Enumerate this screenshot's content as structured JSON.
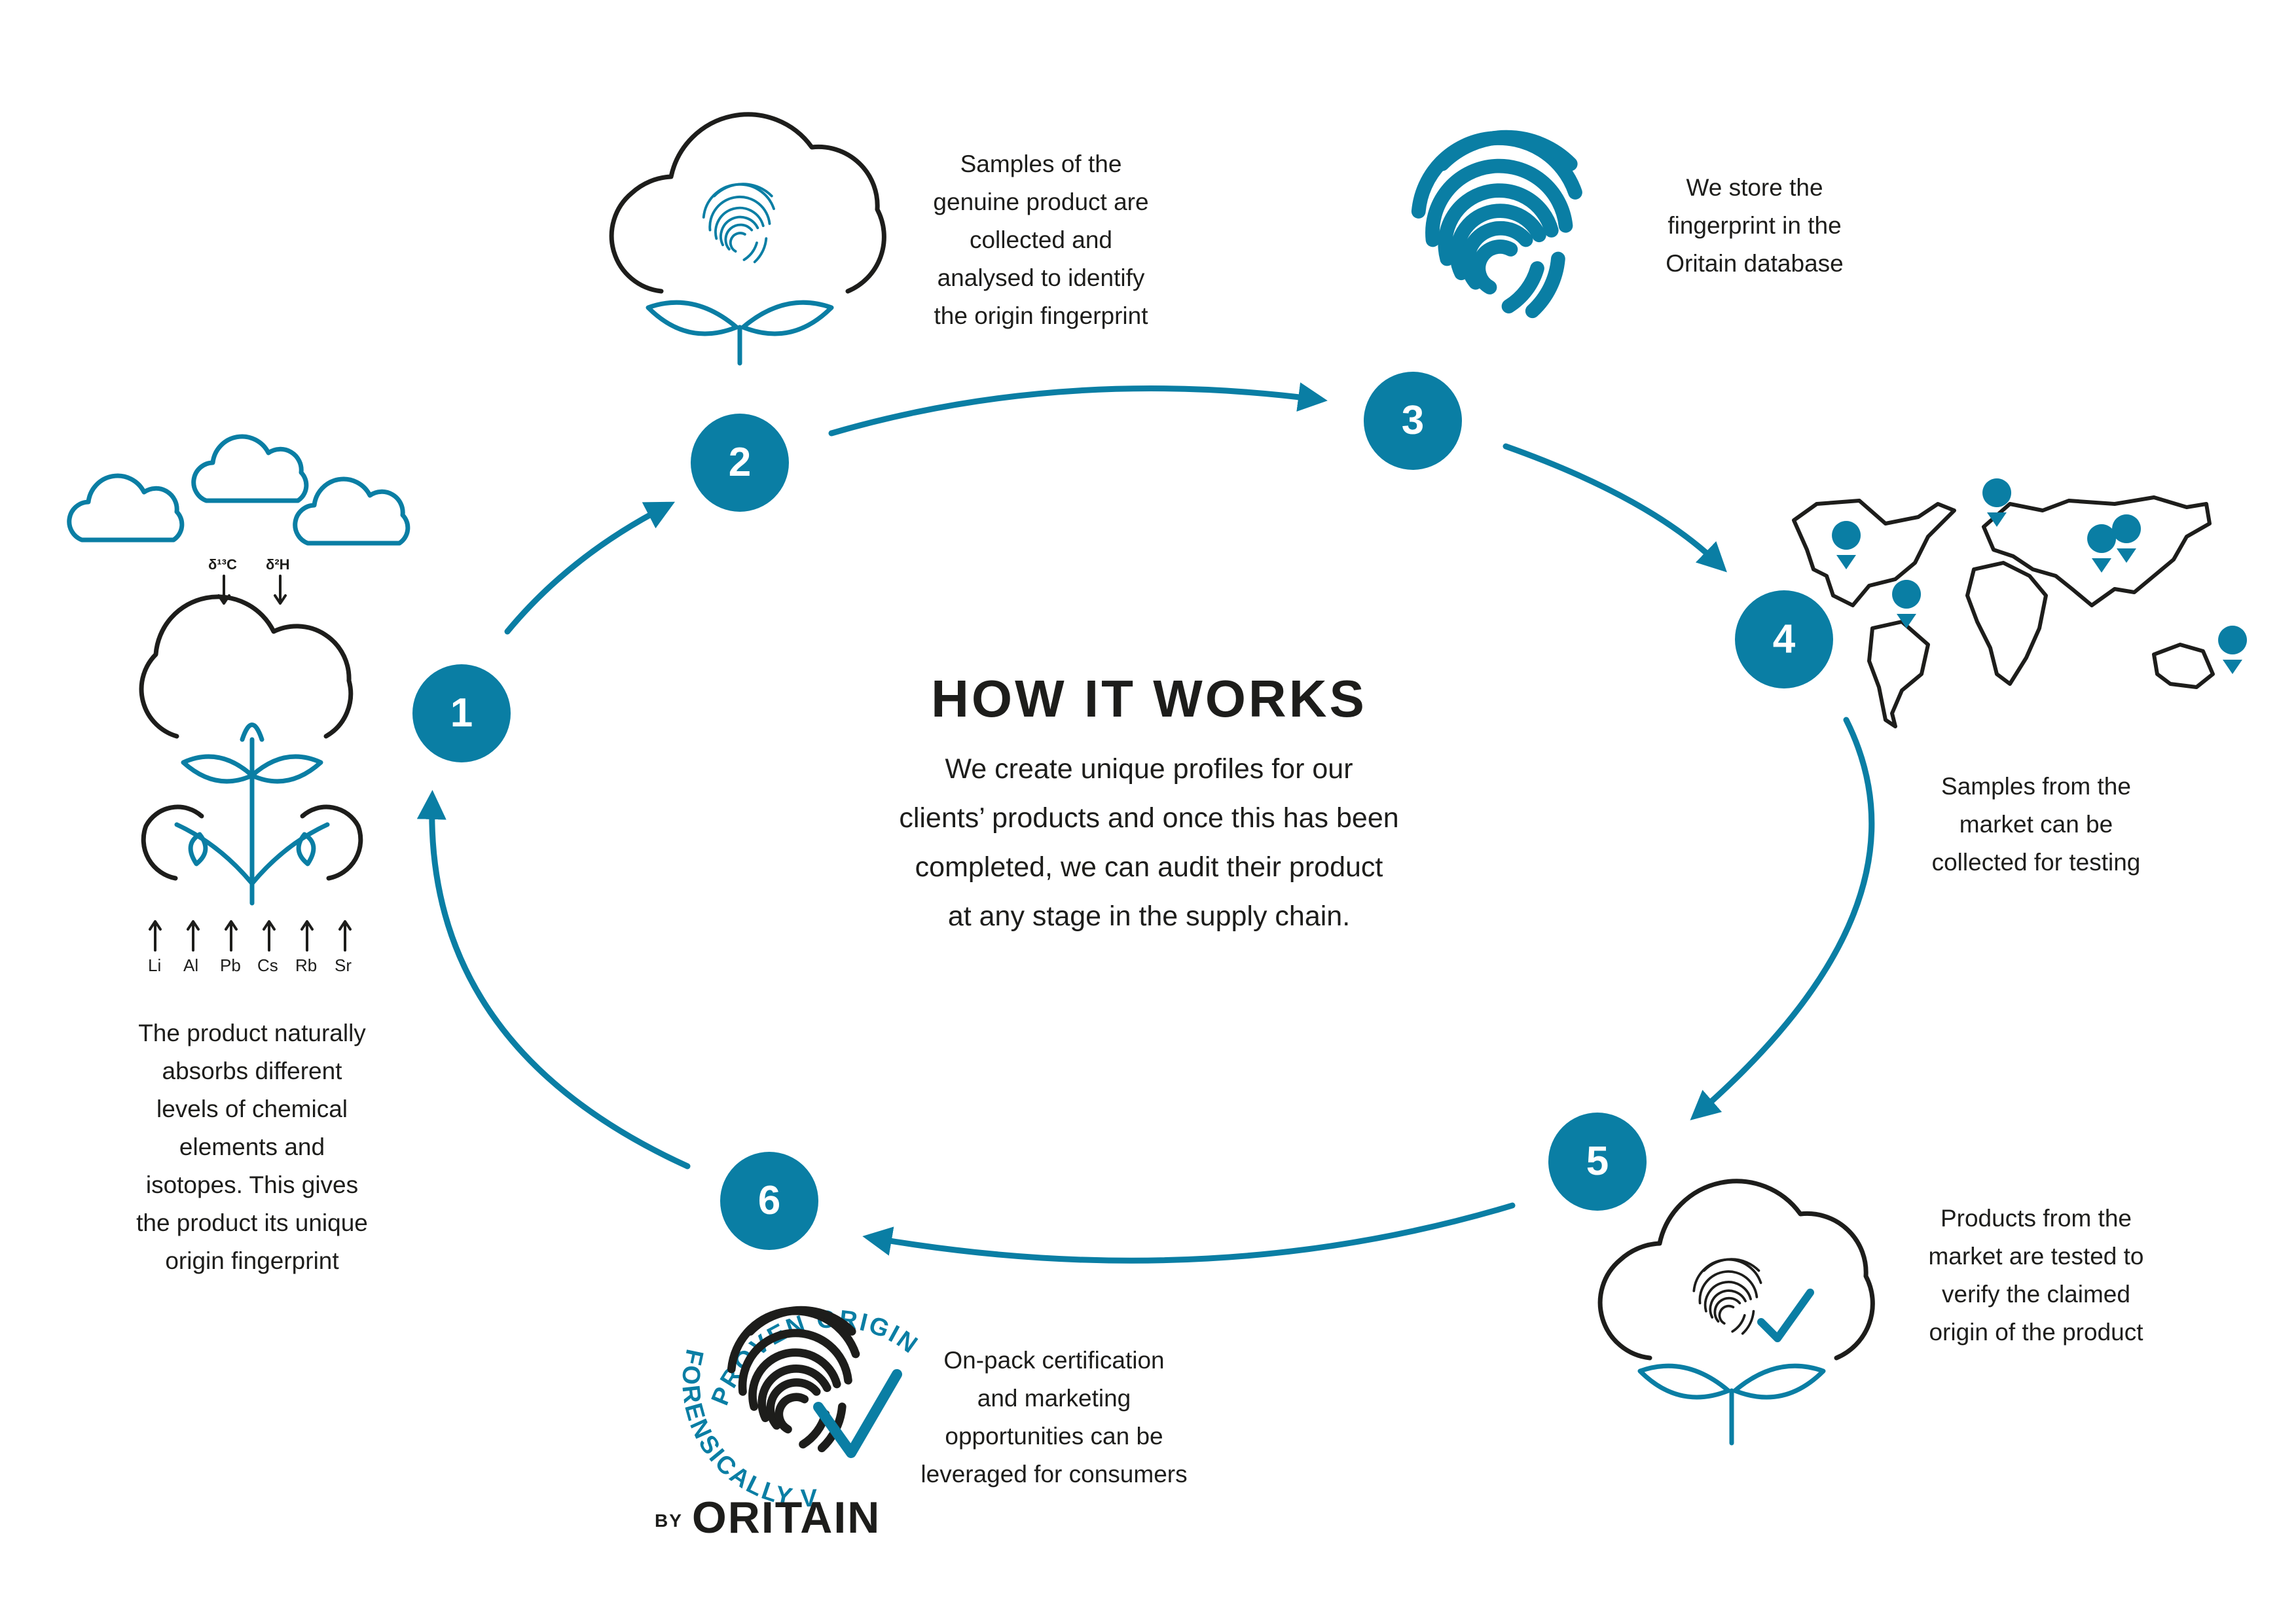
{
  "title": "HOW IT WORKS",
  "intro": "We create unique profiles for our\nclients’ products and once this has been\ncompleted, we can audit their product\nat any stage in the supply chain.",
  "colors": {
    "accent": "#0a7ea4",
    "ink": "#1d1d1b"
  },
  "steps": [
    {
      "number": "1",
      "text": "The product naturally\nabsorbs different\nlevels of chemical\nelements and\nisotopes. This gives\nthe product its unique\norigin fingerprint",
      "icon": "cotton-plant-isotopes-icon"
    },
    {
      "number": "2",
      "text": "Samples of the\ngenuine product are\ncollected and\nanalysed to identify\nthe origin fingerprint",
      "icon": "cotton-fingerprint-icon"
    },
    {
      "number": "3",
      "text": "We store the\nfingerprint in the\nOritain database",
      "icon": "fingerprint-icon"
    },
    {
      "number": "4",
      "text": "Samples from the\nmarket can be\ncollected for testing",
      "icon": "world-map-pins-icon"
    },
    {
      "number": "5",
      "text": "Products from the\nmarket are tested to\nverify the claimed\norigin of the product",
      "icon": "cotton-fingerprint-check-icon"
    },
    {
      "number": "6",
      "text": "On-pack certification\nand marketing\nopportunities can be\nleveraged for consumers",
      "icon": "proven-origin-seal-icon"
    }
  ],
  "isotopes": [
    "δ¹³C",
    "δ²H"
  ],
  "elements": [
    "Li",
    "Al",
    "Pb",
    "Cs",
    "Rb",
    "Sr"
  ],
  "seal": {
    "top_text": "PROVEN ORIGIN",
    "side_text": "FORENSICALLY VERIFIED",
    "by": "BY",
    "brand": "ORITAIN"
  }
}
